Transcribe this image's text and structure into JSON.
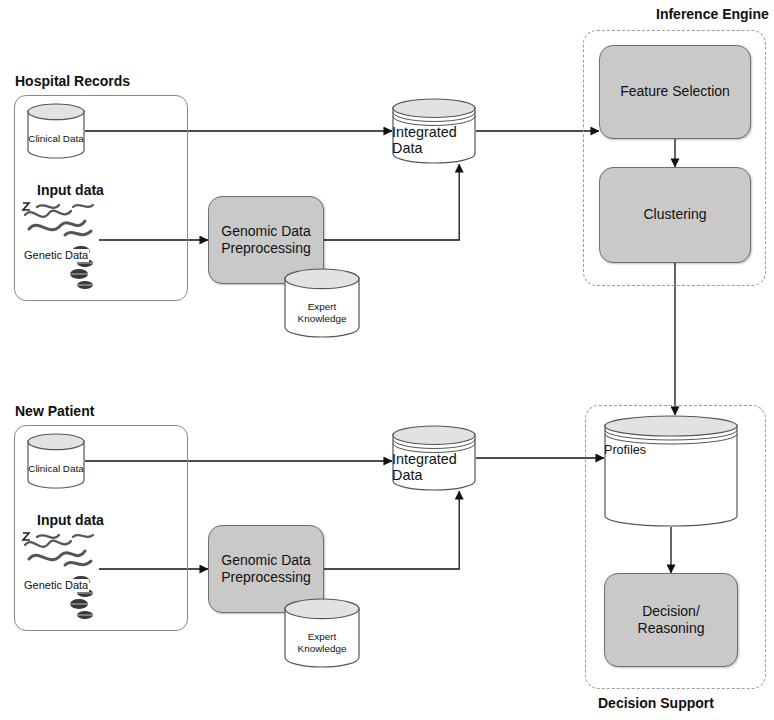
{
  "diagram": {
    "nodes": [
      {
        "text": [
          "Hospital Records",
          "Input data"
        ]
      },
      {
        "text": [
          "Clinical Data"
        ],
        "in": 0
      },
      {
        "text": [
          "Genetic Data"
        ],
        "in": 0
      },
      {
        "text": [
          "Genomic Data Preprocessing"
        ]
      },
      {
        "text": [
          "Expert Knowledge"
        ]
      },
      {
        "text": [
          "Integrated Data"
        ]
      },
      {
        "text": [
          "Inference Engine"
        ]
      },
      {
        "text": [
          "Feature Selection"
        ],
        "in": 6
      },
      {
        "text": [
          "Clustering"
        ],
        "in": 6
      },
      {
        "text": [
          "New Patient",
          "Input data"
        ]
      },
      {
        "text": [
          "Clinical Data"
        ],
        "in": 9
      },
      {
        "text": [
          "Genetic Data"
        ],
        "in": 9
      },
      {
        "text": [
          "Genomic Data Preprocessing"
        ]
      },
      {
        "text": [
          "Expert Knowledge"
        ]
      },
      {
        "text": [
          "Integrated Data"
        ]
      },
      {
        "text": [
          "Decision Support"
        ]
      },
      {
        "text": [
          "Profiles"
        ],
        "in": 15
      },
      {
        "text": [
          "Decision/ Reasoning"
        ],
        "in": 15
      }
    ],
    "edges": [
      {
        "from": 1,
        "to": 5,
        "arrow": "to"
      },
      {
        "from": 2,
        "to": 3,
        "arrow": "to"
      },
      {
        "from": 3,
        "to": 5,
        "arrow": "to"
      },
      {
        "from": 5,
        "to": 7,
        "arrow": "to"
      },
      {
        "from": 7,
        "to": 8,
        "arrow": "to"
      },
      {
        "from": 8,
        "to": 16,
        "arrow": "to"
      },
      {
        "from": 10,
        "to": 14,
        "arrow": "to"
      },
      {
        "from": 11,
        "to": 12,
        "arrow": "to"
      },
      {
        "from": 12,
        "to": 14,
        "arrow": "to"
      },
      {
        "from": 14,
        "to": 16,
        "arrow": "to"
      },
      {
        "from": 16,
        "to": 17,
        "arrow": "to"
      }
    ]
  }
}
